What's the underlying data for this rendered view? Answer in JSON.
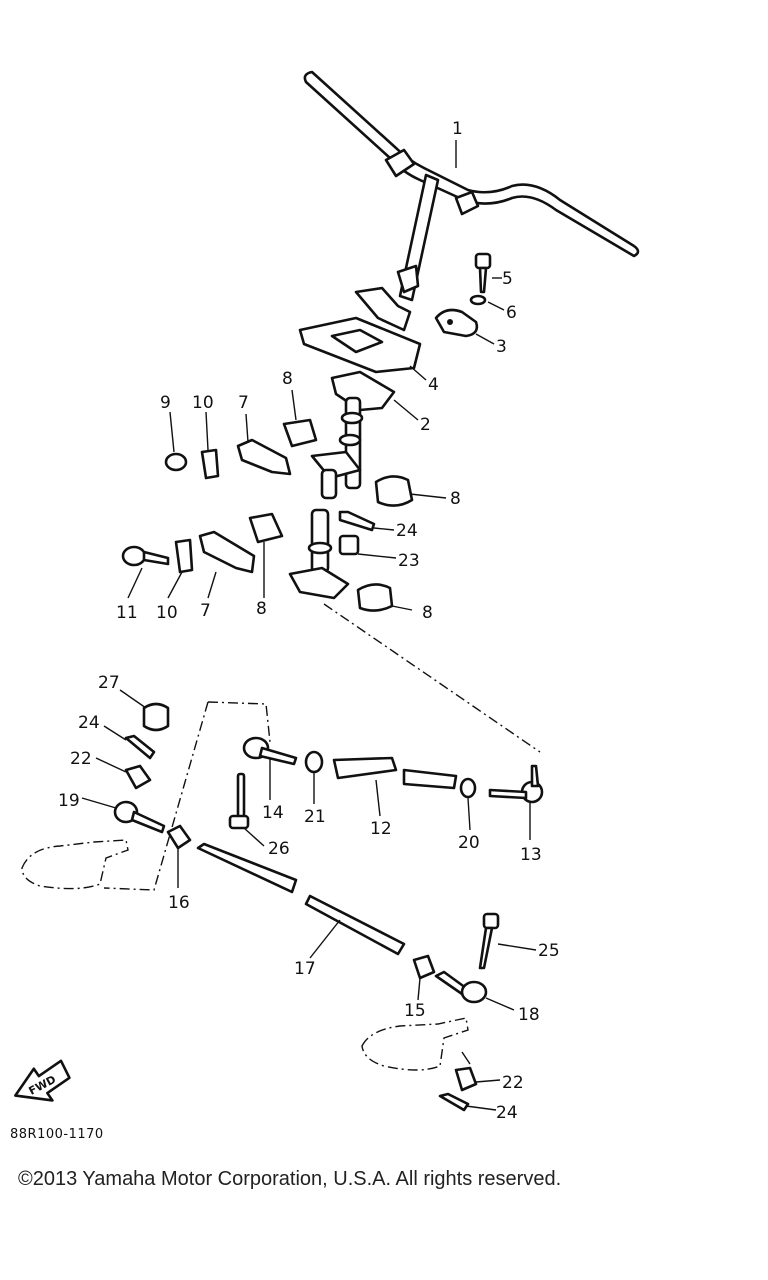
{
  "callouts": [
    "1",
    "2",
    "3",
    "4",
    "5",
    "6",
    "7",
    "8",
    "9",
    "10",
    "11",
    "12",
    "13",
    "14",
    "15",
    "16",
    "17",
    "18",
    "19",
    "20",
    "21",
    "22",
    "23",
    "24",
    "25",
    "26",
    "27"
  ],
  "diagram_code": "88R100-1170",
  "fwd_label": "FWD",
  "copyright": "©2013 Yamaha Motor Corporation, U.S.A. All rights reserved."
}
